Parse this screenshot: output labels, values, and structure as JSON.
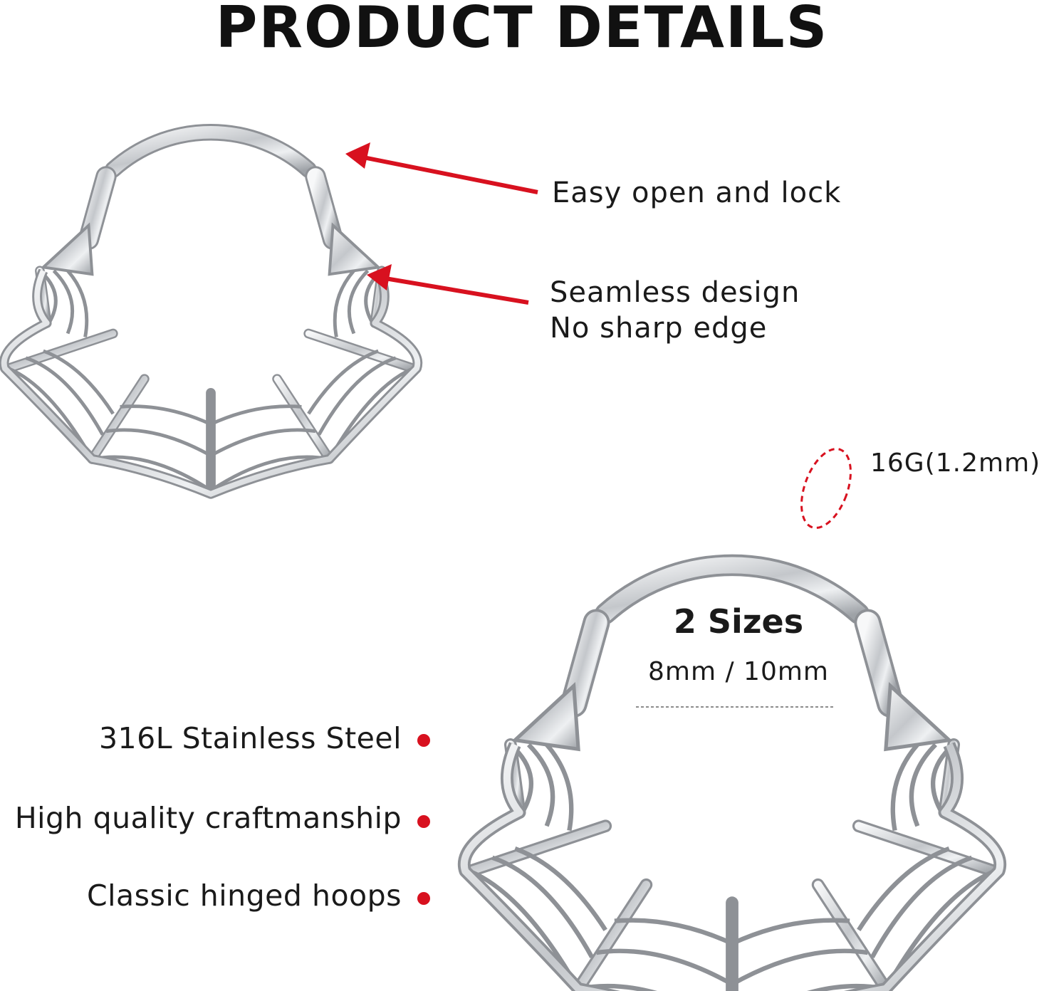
{
  "header": {
    "title": "PRODUCT DETAILS"
  },
  "callouts": {
    "hinge": "Easy open and lock",
    "seamless_line1": "Seamless design",
    "seamless_line2": "No sharp edge",
    "gauge": "16G(1.2mm)"
  },
  "sizes": {
    "title": "2 Sizes",
    "values": "8mm / 10mm"
  },
  "features": [
    "316L Stainless Steel",
    "High quality craftmanship",
    "Classic hinged hoops"
  ],
  "colors": {
    "accent": "#d8111f",
    "metal": "#c9ccd0",
    "metal_edge": "#8e9196"
  },
  "icons": [
    "arrow-icon",
    "bullet-dot-icon"
  ]
}
